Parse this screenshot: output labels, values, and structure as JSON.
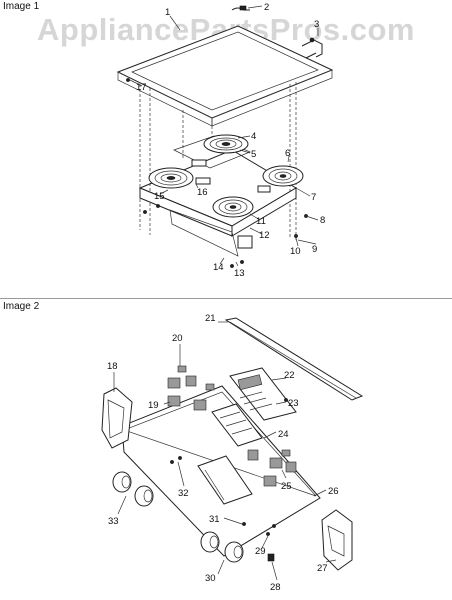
{
  "watermark": "AppliancePartsPros.com",
  "sections": [
    {
      "label": "Image 1"
    },
    {
      "label": "Image 2"
    }
  ],
  "callouts1": [
    "1",
    "2",
    "3",
    "4",
    "5",
    "6",
    "7",
    "8",
    "9",
    "10",
    "11",
    "12",
    "13",
    "14",
    "15",
    "16",
    "17"
  ],
  "callouts2": [
    "18",
    "19",
    "20",
    "21",
    "22",
    "23",
    "24",
    "25",
    "26",
    "27",
    "28",
    "29",
    "30",
    "31",
    "32",
    "33"
  ]
}
